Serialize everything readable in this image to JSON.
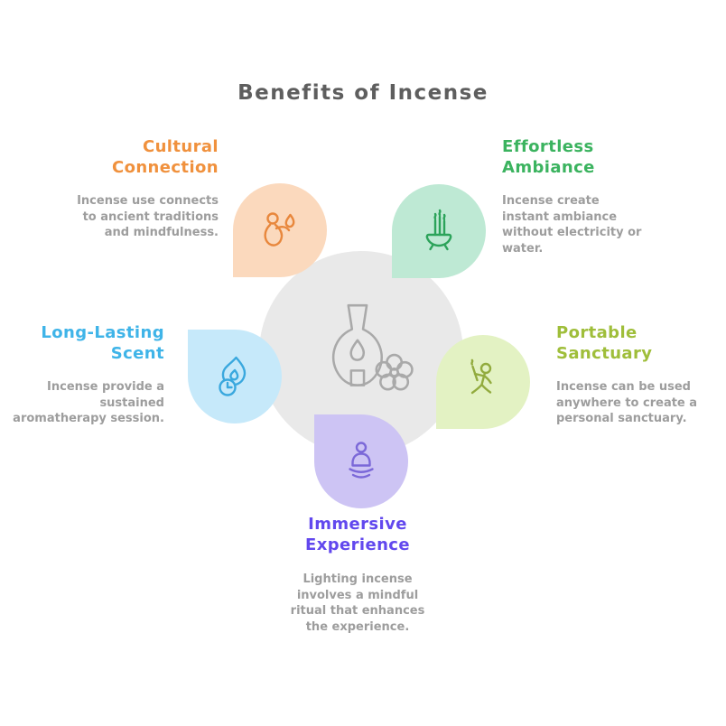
{
  "title": "Benefits of Incense",
  "title_color": "#5e5e5e",
  "text_color": "#9d9d9d",
  "center": {
    "icon": "incense-burner-icon",
    "circle_color": "#e9e9e9",
    "icon_color": "#a9a9a9"
  },
  "benefits": [
    {
      "id": "cultural",
      "title": "Cultural\nConnection",
      "description": "Incense use connects\nto ancient traditions\nand mindfulness.",
      "accent_color": "#f0913d",
      "petal_color": "#fbd9bd",
      "icon_color": "#e8873c",
      "icon": "person-flame-icon"
    },
    {
      "id": "ambiance",
      "title": "Effortless\nAmbiance",
      "description": "Incense create\ninstant ambiance\nwithout electricity or\nwater.",
      "accent_color": "#3bb35f",
      "petal_color": "#bee9d4",
      "icon_color": "#2ca35a",
      "icon": "incense-bowl-icon"
    },
    {
      "id": "portable",
      "title": "Portable\nSanctuary",
      "description": "Incense can be used\nanywhere to create a\npersonal sanctuary.",
      "accent_color": "#9fbe3a",
      "petal_color": "#e3f2c3",
      "icon_color": "#92ab3e",
      "icon": "walking-person-icon"
    },
    {
      "id": "immersive",
      "title": "Immersive\nExperience",
      "description": "Lighting incense\ninvolves a mindful\nritual that enhances\nthe experience.",
      "accent_color": "#6248ee",
      "petal_color": "#cdc4f4",
      "icon_color": "#7b68d8",
      "icon": "meditating-person-icon"
    },
    {
      "id": "scent",
      "title": "Long-Lasting\nScent",
      "description": "Incense provide a\nsustained\naromatherapy session.",
      "accent_color": "#3fb4e8",
      "petal_color": "#c6e9fa",
      "icon_color": "#3aa8de",
      "icon": "flame-timer-icon"
    }
  ]
}
